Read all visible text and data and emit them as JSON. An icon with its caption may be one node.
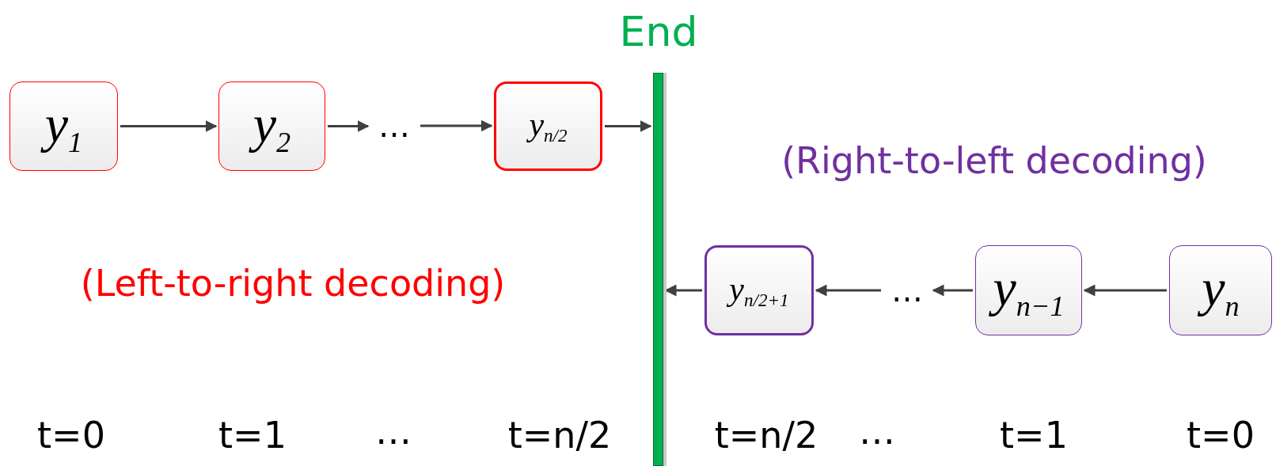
{
  "diagram": {
    "nodes": [
      {
        "text": [
          "*y*$_{1}$"
        ]
      },
      {
        "text": [
          "*y*$_{2}$"
        ]
      },
      {
        "text": [
          "…"
        ]
      },
      {
        "text": [
          "*y*$_{n/2}$"
        ]
      },
      {
        "text": [
          "End"
        ]
      },
      {
        "text": [
          "*y*$_{n/2+1}$"
        ]
      },
      {
        "text": [
          "…"
        ]
      },
      {
        "text": [
          "*y*$_{n−1}$"
        ]
      },
      {
        "text": [
          "*y*$_{n}$"
        ]
      }
    ],
    "edges": [
      {
        "from": 0,
        "to": 1,
        "arrow": "to"
      },
      {
        "from": 1,
        "to": 2,
        "arrow": "to"
      },
      {
        "from": 2,
        "to": 3,
        "arrow": "to"
      },
      {
        "from": 3,
        "to": 4,
        "arrow": "to"
      },
      {
        "from": 5,
        "to": 4,
        "arrow": "to"
      },
      {
        "from": 6,
        "to": 5,
        "arrow": "to"
      },
      {
        "from": 7,
        "to": 6,
        "arrow": "to"
      },
      {
        "from": 8,
        "to": 7,
        "arrow": "to"
      }
    ],
    "labels": [
      "(Right-to-left decoding)",
      "(Left-to-right decoding)",
      "t=0",
      "t=1",
      "…",
      "t=n/2",
      "t=n/2",
      "…",
      "t=1",
      "t=0"
    ]
  }
}
